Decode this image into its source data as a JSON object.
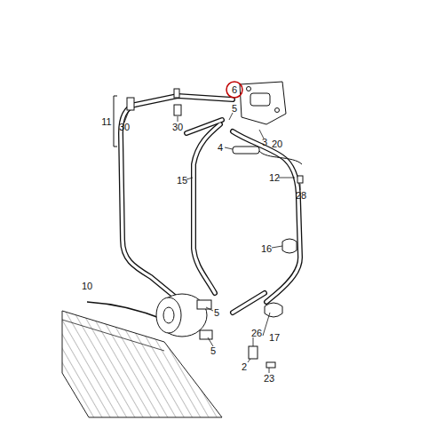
{
  "diagram": {
    "labels": [
      "6",
      "11",
      "30",
      "30",
      "5",
      "3",
      "4",
      "20",
      "15",
      "12",
      "28",
      "16",
      "10",
      "5",
      "5",
      "26",
      "2",
      "23",
      "17"
    ]
  }
}
